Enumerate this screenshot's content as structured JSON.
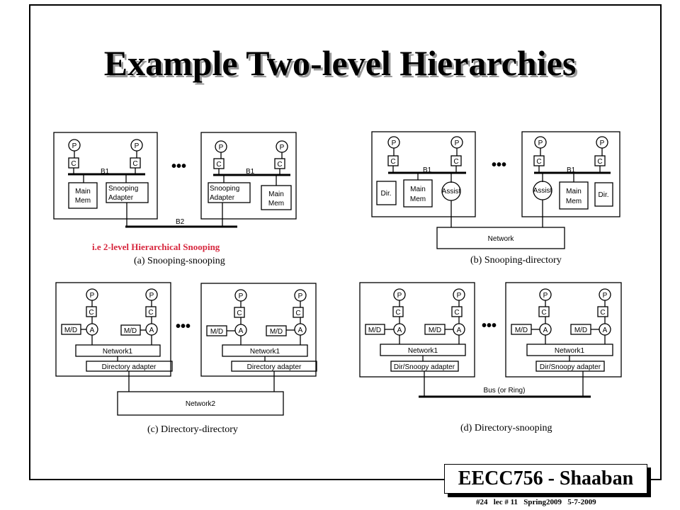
{
  "slide": {
    "title": "Example Two-level Hierarchies",
    "badge": "EECC756 - Shaaban",
    "footer": "#24   lec # 11   Spring2009   5-7-2009"
  },
  "labels": {
    "P": "P",
    "C": "C",
    "A": "A",
    "MD": "M/D",
    "B1": "B1",
    "B2": "B2",
    "main": "Main",
    "mem": "Mem",
    "snooping": "Snooping",
    "adapter": "Adapter",
    "dir": "Dir.",
    "assist": "Assist",
    "network": "Network",
    "network1": "Network1",
    "network2": "Network2",
    "dir_adapter": "Directory adapter",
    "dirsnoopy_adapter": "Dir/Snoopy adapter",
    "bus_ring": "Bus (or Ring)",
    "dots": "•••"
  },
  "captions": {
    "a": "(a) Snooping-snooping",
    "a_note": "i.e 2-level Hierarchical Snooping",
    "b": "(b) Snooping-directory",
    "c": "(c) Directory-directory",
    "d": "(d) Directory-snooping"
  },
  "colors": {
    "note": "#d7263d",
    "title_shadow": "#9a9a9a"
  }
}
